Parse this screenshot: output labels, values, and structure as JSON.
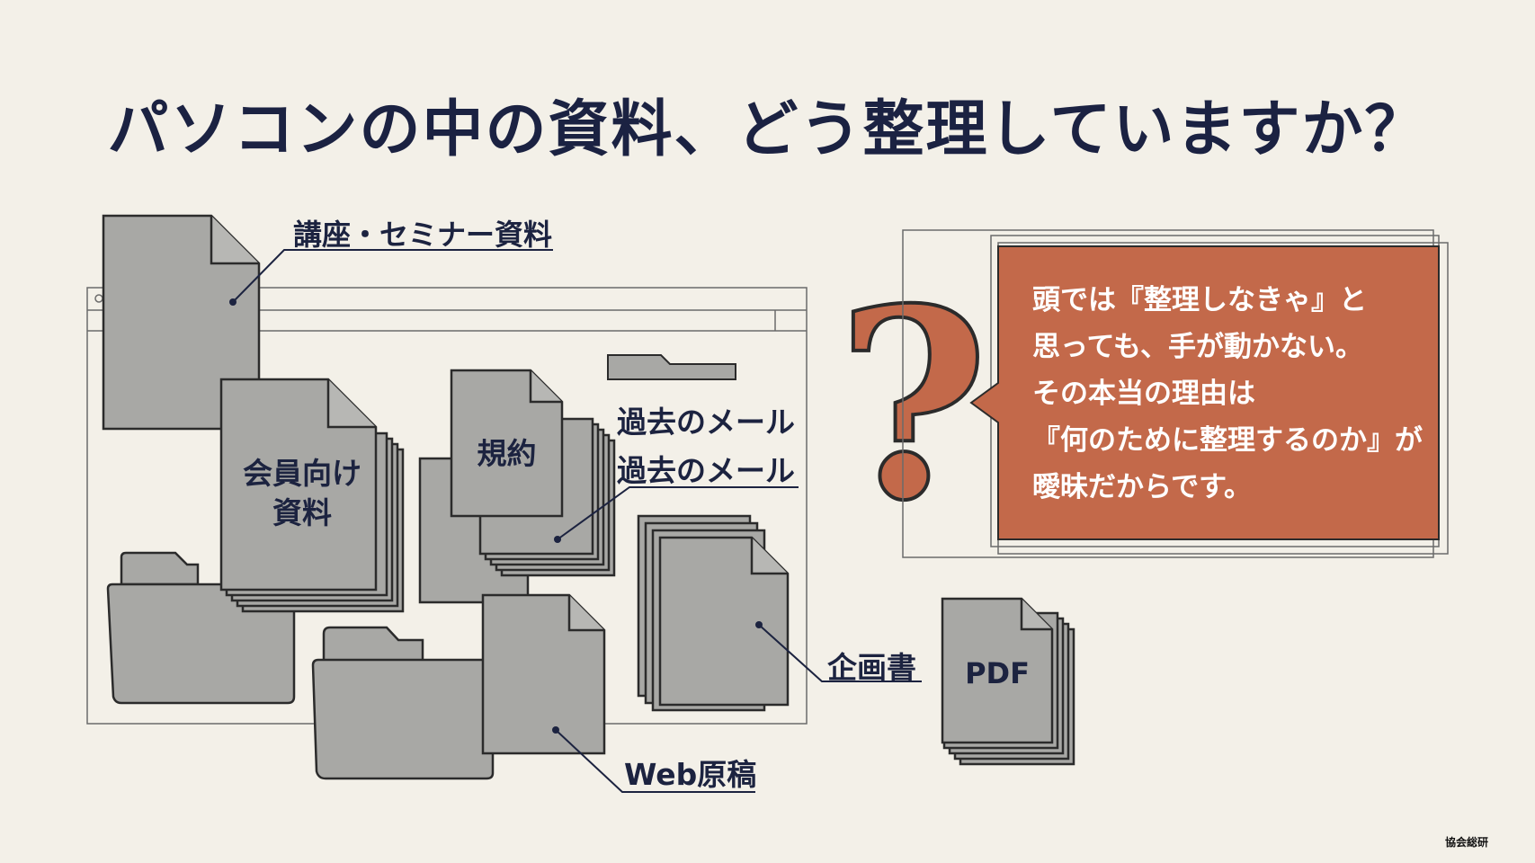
{
  "title": "パソコンの中の資料、どう整理していますか？",
  "labels": {
    "seminar": "講座・セミナー資料",
    "mail_1": "過去のメール",
    "mail_2": "過去のメール",
    "plan": "企画書",
    "web": "Web原稿"
  },
  "documents": {
    "member_line1": "会員向け",
    "member_line2": "資料",
    "rules": "規約",
    "pdf": "PDF"
  },
  "question_mark": "?",
  "callout": {
    "lines": [
      "頭では『整理しなきゃ』と",
      "思っても、手が動かない。",
      "その本当の理由は",
      "『何のために整理するのか』が",
      "曖昧だからです。"
    ]
  },
  "credit": "協会総研",
  "colors": {
    "background": "#f3f0e8",
    "title": "#1b2242",
    "doc_fill": "#a8a8a5",
    "outline": "#2b2b2b",
    "callout_fill": "#c3694a",
    "question_mark": "#c3694a",
    "callout_text": "#ffffff"
  }
}
